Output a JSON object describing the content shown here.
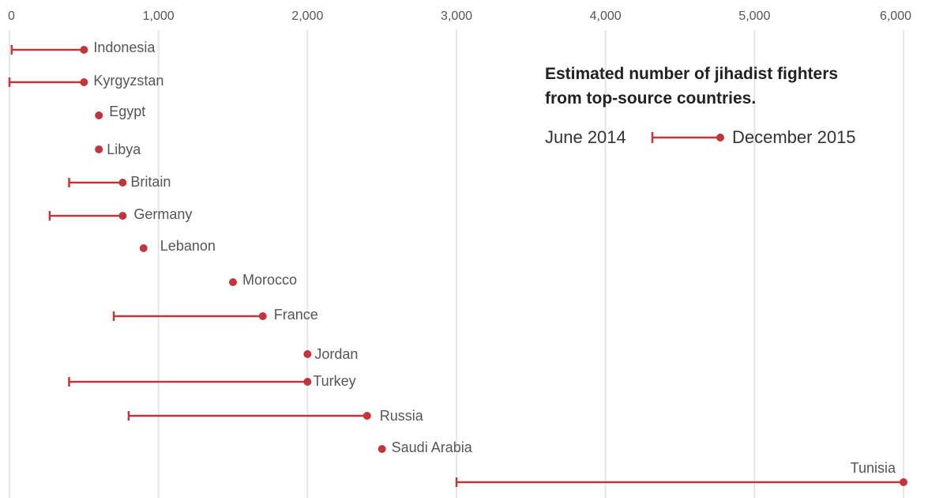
{
  "chart_data": {
    "type": "dumbbell",
    "title": "Estimated number of jihadist fighters from top-source countries.",
    "title_lines": [
      "Estimated number of jihadist fighters",
      "from top-source countries."
    ],
    "legend": {
      "start_label": "June 2014",
      "end_label": "December 2015",
      "placement": "top-right"
    },
    "xlim": [
      0,
      6000
    ],
    "xticks": [
      0,
      1000,
      2000,
      3000,
      4000,
      5000,
      6000
    ],
    "xtick_labels": [
      "0",
      "1,000",
      "2,000",
      "3,000",
      "4,000",
      "5,000",
      "6,000"
    ],
    "grid": true,
    "colors": {
      "series": "#c1363a",
      "grid": "#e6e6e6",
      "text": "#555555"
    },
    "rows": [
      {
        "name": "Indonesia",
        "start": 15,
        "end": 500
      },
      {
        "name": "Kyrgyzstan",
        "start": 0,
        "end": 500
      },
      {
        "name": "Egypt",
        "start": null,
        "end": 600
      },
      {
        "name": "Libya",
        "start": null,
        "end": 600
      },
      {
        "name": "Britain",
        "start": 400,
        "end": 760
      },
      {
        "name": "Germany",
        "start": 270,
        "end": 760
      },
      {
        "name": "Lebanon",
        "start": null,
        "end": 900
      },
      {
        "name": "Morocco",
        "start": null,
        "end": 1500
      },
      {
        "name": "France",
        "start": 700,
        "end": 1700
      },
      {
        "name": "Jordan",
        "start": null,
        "end": 2000
      },
      {
        "name": "Turkey",
        "start": 400,
        "end": 2000
      },
      {
        "name": "Russia",
        "start": 800,
        "end": 2400
      },
      {
        "name": "Saudi Arabia",
        "start": null,
        "end": 2500
      },
      {
        "name": "Tunisia",
        "start": 3000,
        "end": 6000
      }
    ]
  }
}
